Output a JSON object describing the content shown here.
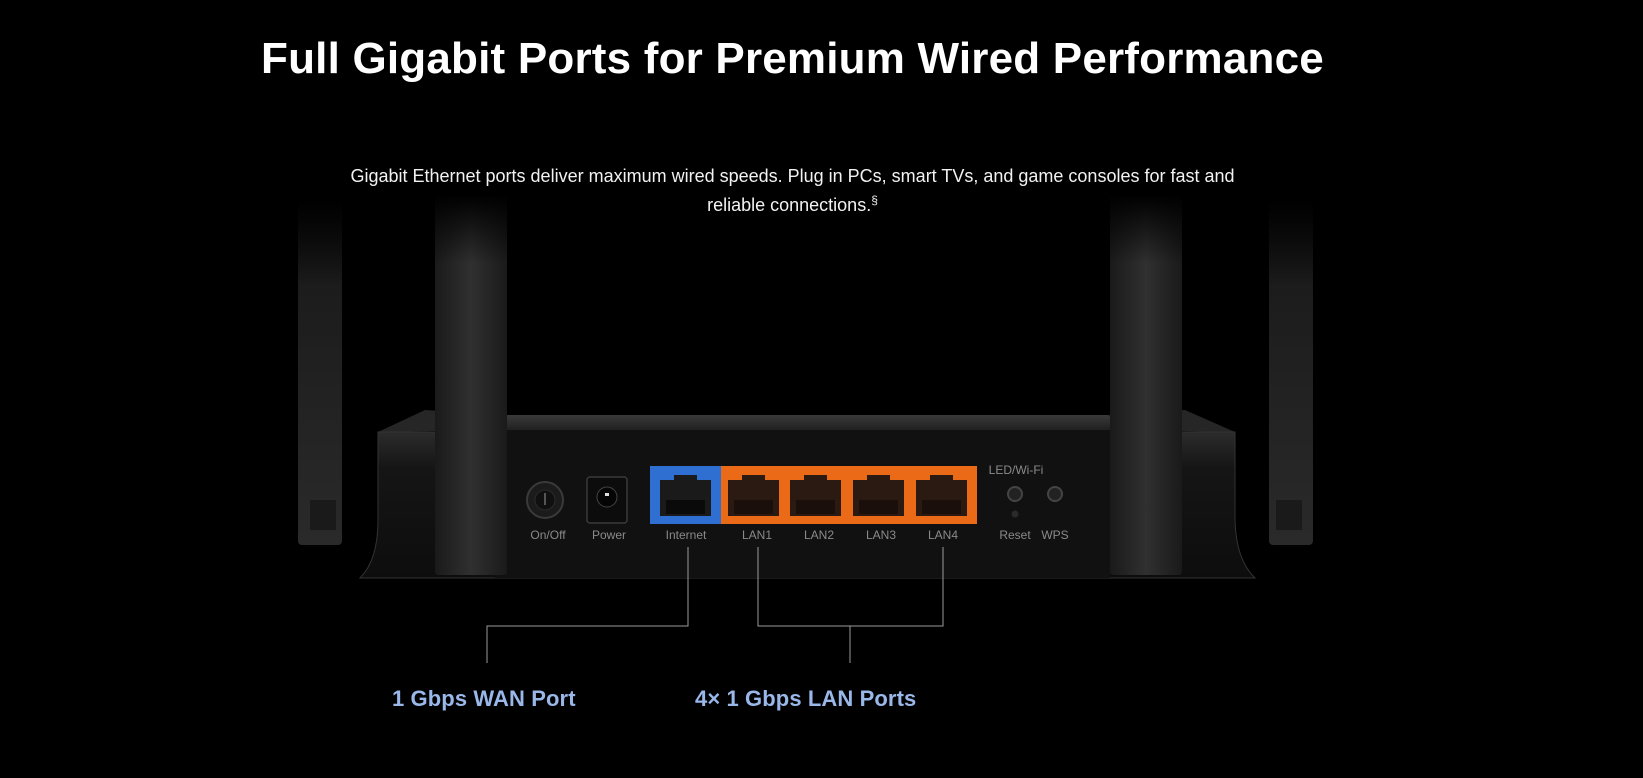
{
  "headline": "Full Gigabit Ports for Premium Wired Performance",
  "description": {
    "text": "Gigabit Ethernet ports deliver maximum wired speeds. Plug in PCs, smart TVs, and game consoles for fast and reliable connections.",
    "footnote_mark": "§"
  },
  "router": {
    "labels": {
      "onoff": "On/Off",
      "power": "Power",
      "internet": "Internet",
      "lan1": "LAN1",
      "lan2": "LAN2",
      "lan3": "LAN3",
      "lan4": "LAN4",
      "led_wifi": "LED/Wi-Fi",
      "reset": "Reset",
      "wps": "WPS"
    }
  },
  "callouts": {
    "wan": "1 Gbps WAN Port",
    "lan": "4× 1 Gbps LAN Ports"
  },
  "colors": {
    "background": "#000000",
    "wan_port": "#2f6fd1",
    "lan_port": "#ea6a17",
    "callout_text": "#9ab7ea",
    "router_label": "#8a8a8a"
  }
}
